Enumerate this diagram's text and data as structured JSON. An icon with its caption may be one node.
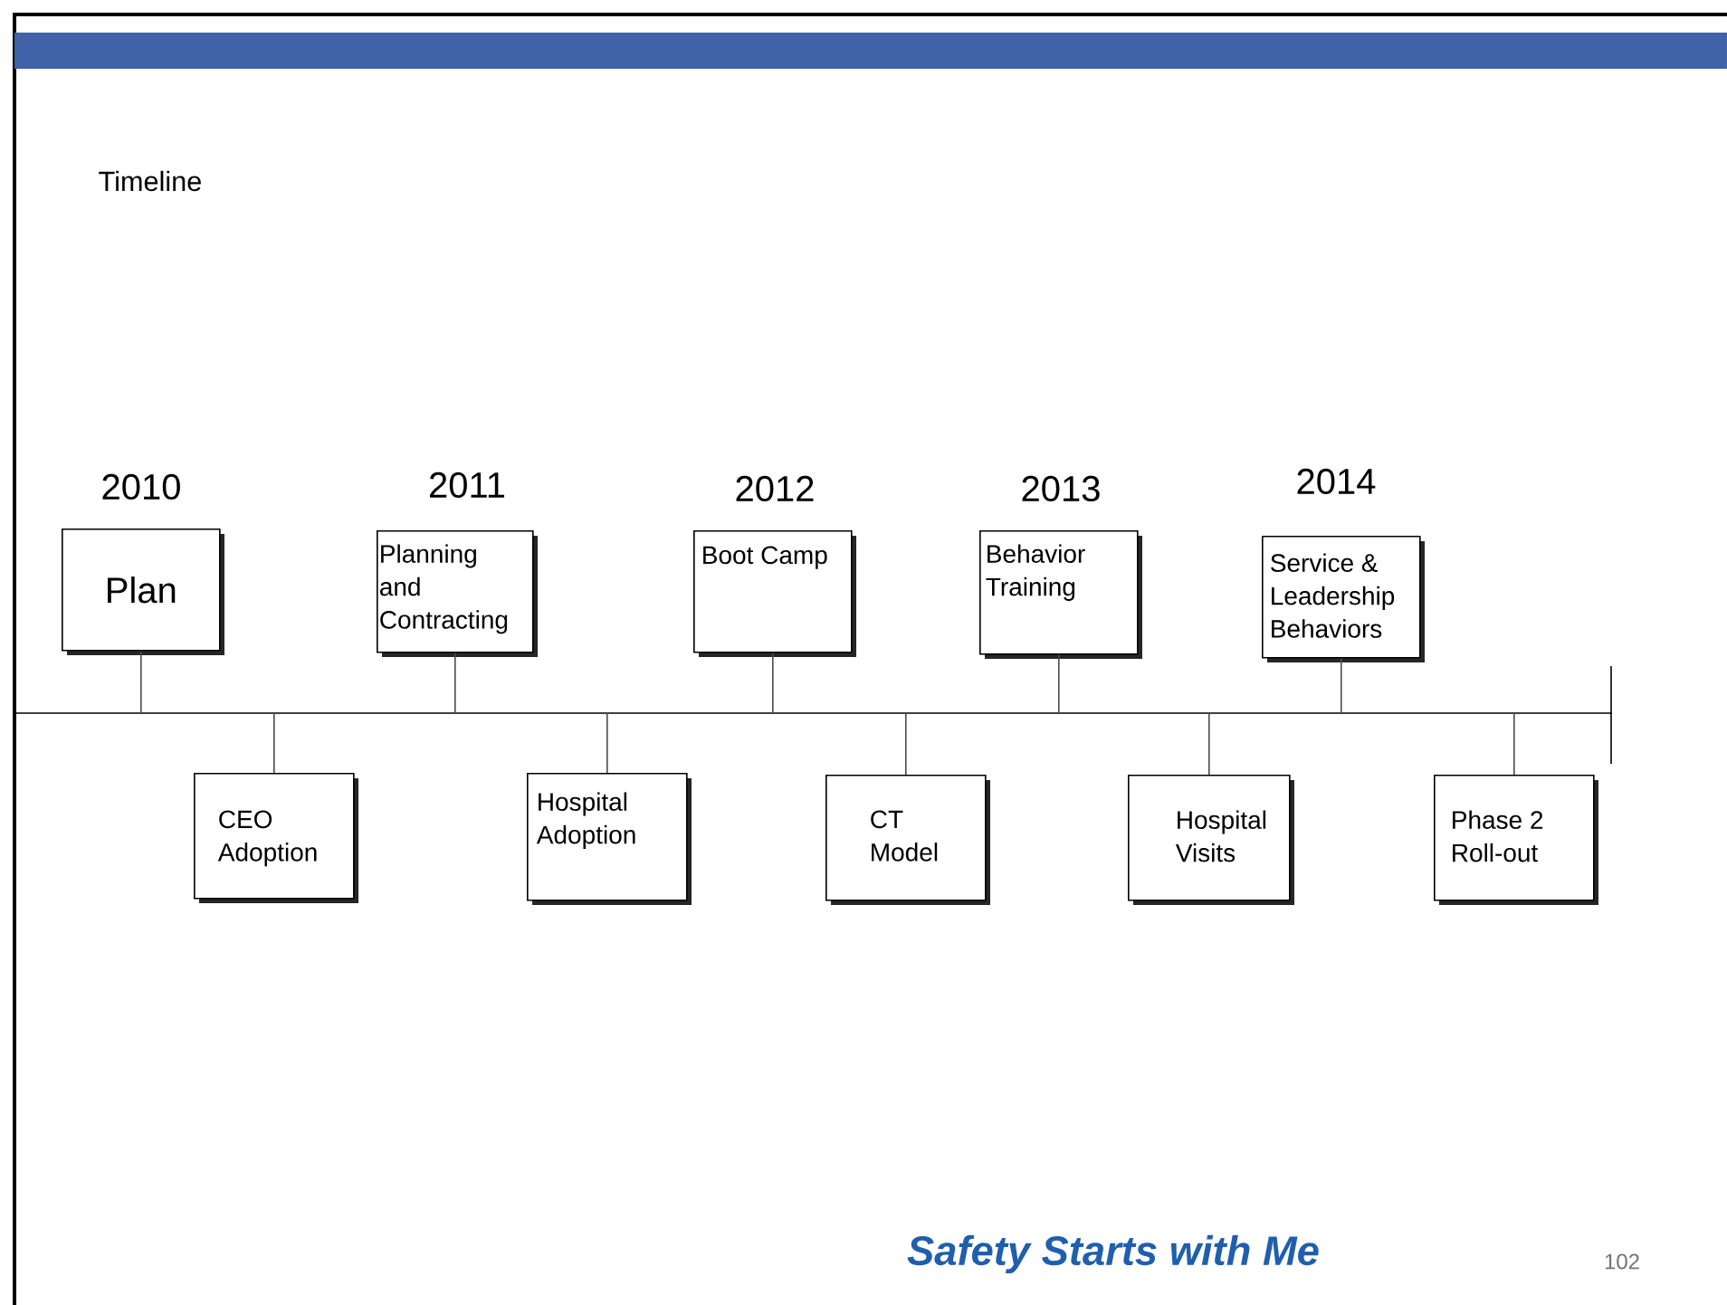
{
  "diagram": {
    "title": "Timeline",
    "nodes": [
      {
        "text": [
          "Plan"
        ],
        "beside": [
          "2010"
        ]
      },
      {
        "text": [
          "CEO Adoption"
        ]
      },
      {
        "text": [
          "Planning and Contracting"
        ],
        "beside": [
          "2011"
        ]
      },
      {
        "text": [
          "Hospital Adoption"
        ]
      },
      {
        "text": [
          "Boot Camp"
        ],
        "beside": [
          "2012"
        ]
      },
      {
        "text": [
          "CT Model"
        ]
      },
      {
        "text": [
          "Behavior Training"
        ],
        "beside": [
          "2013"
        ]
      },
      {
        "text": [
          "Hospital Visits"
        ]
      },
      {
        "text": [
          "Service & Leadership Behaviors"
        ],
        "beside": [
          "2014"
        ]
      },
      {
        "text": [
          "Phase 2 Roll-out"
        ]
      },
      {
        "text": [],
        "shape": "line"
      }
    ],
    "edges": [
      {
        "from": 0,
        "to": 10,
        "arrow": "none"
      },
      {
        "from": 1,
        "to": 10,
        "arrow": "none"
      },
      {
        "from": 2,
        "to": 10,
        "arrow": "none"
      },
      {
        "from": 3,
        "to": 10,
        "arrow": "none"
      },
      {
        "from": 4,
        "to": 10,
        "arrow": "none"
      },
      {
        "from": 5,
        "to": 10,
        "arrow": "none"
      },
      {
        "from": 6,
        "to": 10,
        "arrow": "none"
      },
      {
        "from": 7,
        "to": 10,
        "arrow": "none"
      },
      {
        "from": 8,
        "to": 10,
        "arrow": "none"
      },
      {
        "from": 9,
        "to": 10,
        "arrow": "none"
      }
    ],
    "labels": [
      "Safety Starts with Me",
      "102"
    ]
  }
}
